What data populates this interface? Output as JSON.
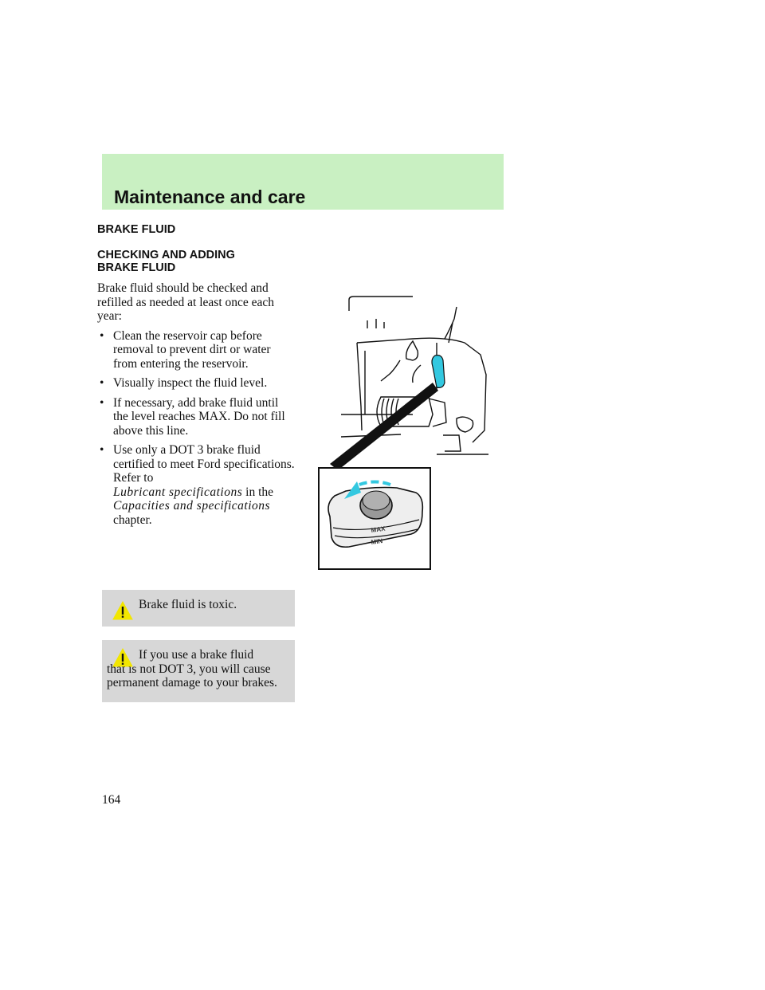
{
  "header": {
    "title": "Maintenance and care"
  },
  "section": {
    "heading": "BRAKE FLUID",
    "subheading_line1": "CHECKING AND ADDING",
    "subheading_line2": "BRAKE FLUID",
    "intro": "Brake fluid should be checked and refilled as needed at least once each year:"
  },
  "bullets": {
    "b1": "Clean the reservoir cap before removal to prevent dirt or water from entering the reservoir.",
    "b2": "Visually inspect the fluid level.",
    "b3": "If necessary, add brake fluid until the level reaches MAX. Do not fill above this line.",
    "b4_text": "Use only a DOT 3 brake fluid certified to meet Ford specifications. Refer to",
    "b4_italic1": "Lubricant specifications",
    "b4_mid": " in the",
    "b4_italic2": "Capacities and specifications",
    "b4_end": "chapter.",
    "bullet_char": "•"
  },
  "warnings": {
    "w1": "Brake fluid is toxic.",
    "w2_line1": "If you use a brake fluid",
    "w2_rest": "that is not DOT 3, you will cause permanent damage to your brakes."
  },
  "illustration": {
    "max_label": "MAX",
    "min_label": "MIN"
  },
  "footer": {
    "page_number": "164"
  },
  "colors": {
    "header_bg": "#c9f0c2",
    "warning_bg": "#d7d7d7",
    "cap_arrow": "#33c8e0",
    "warning_icon": "#f2e600"
  }
}
